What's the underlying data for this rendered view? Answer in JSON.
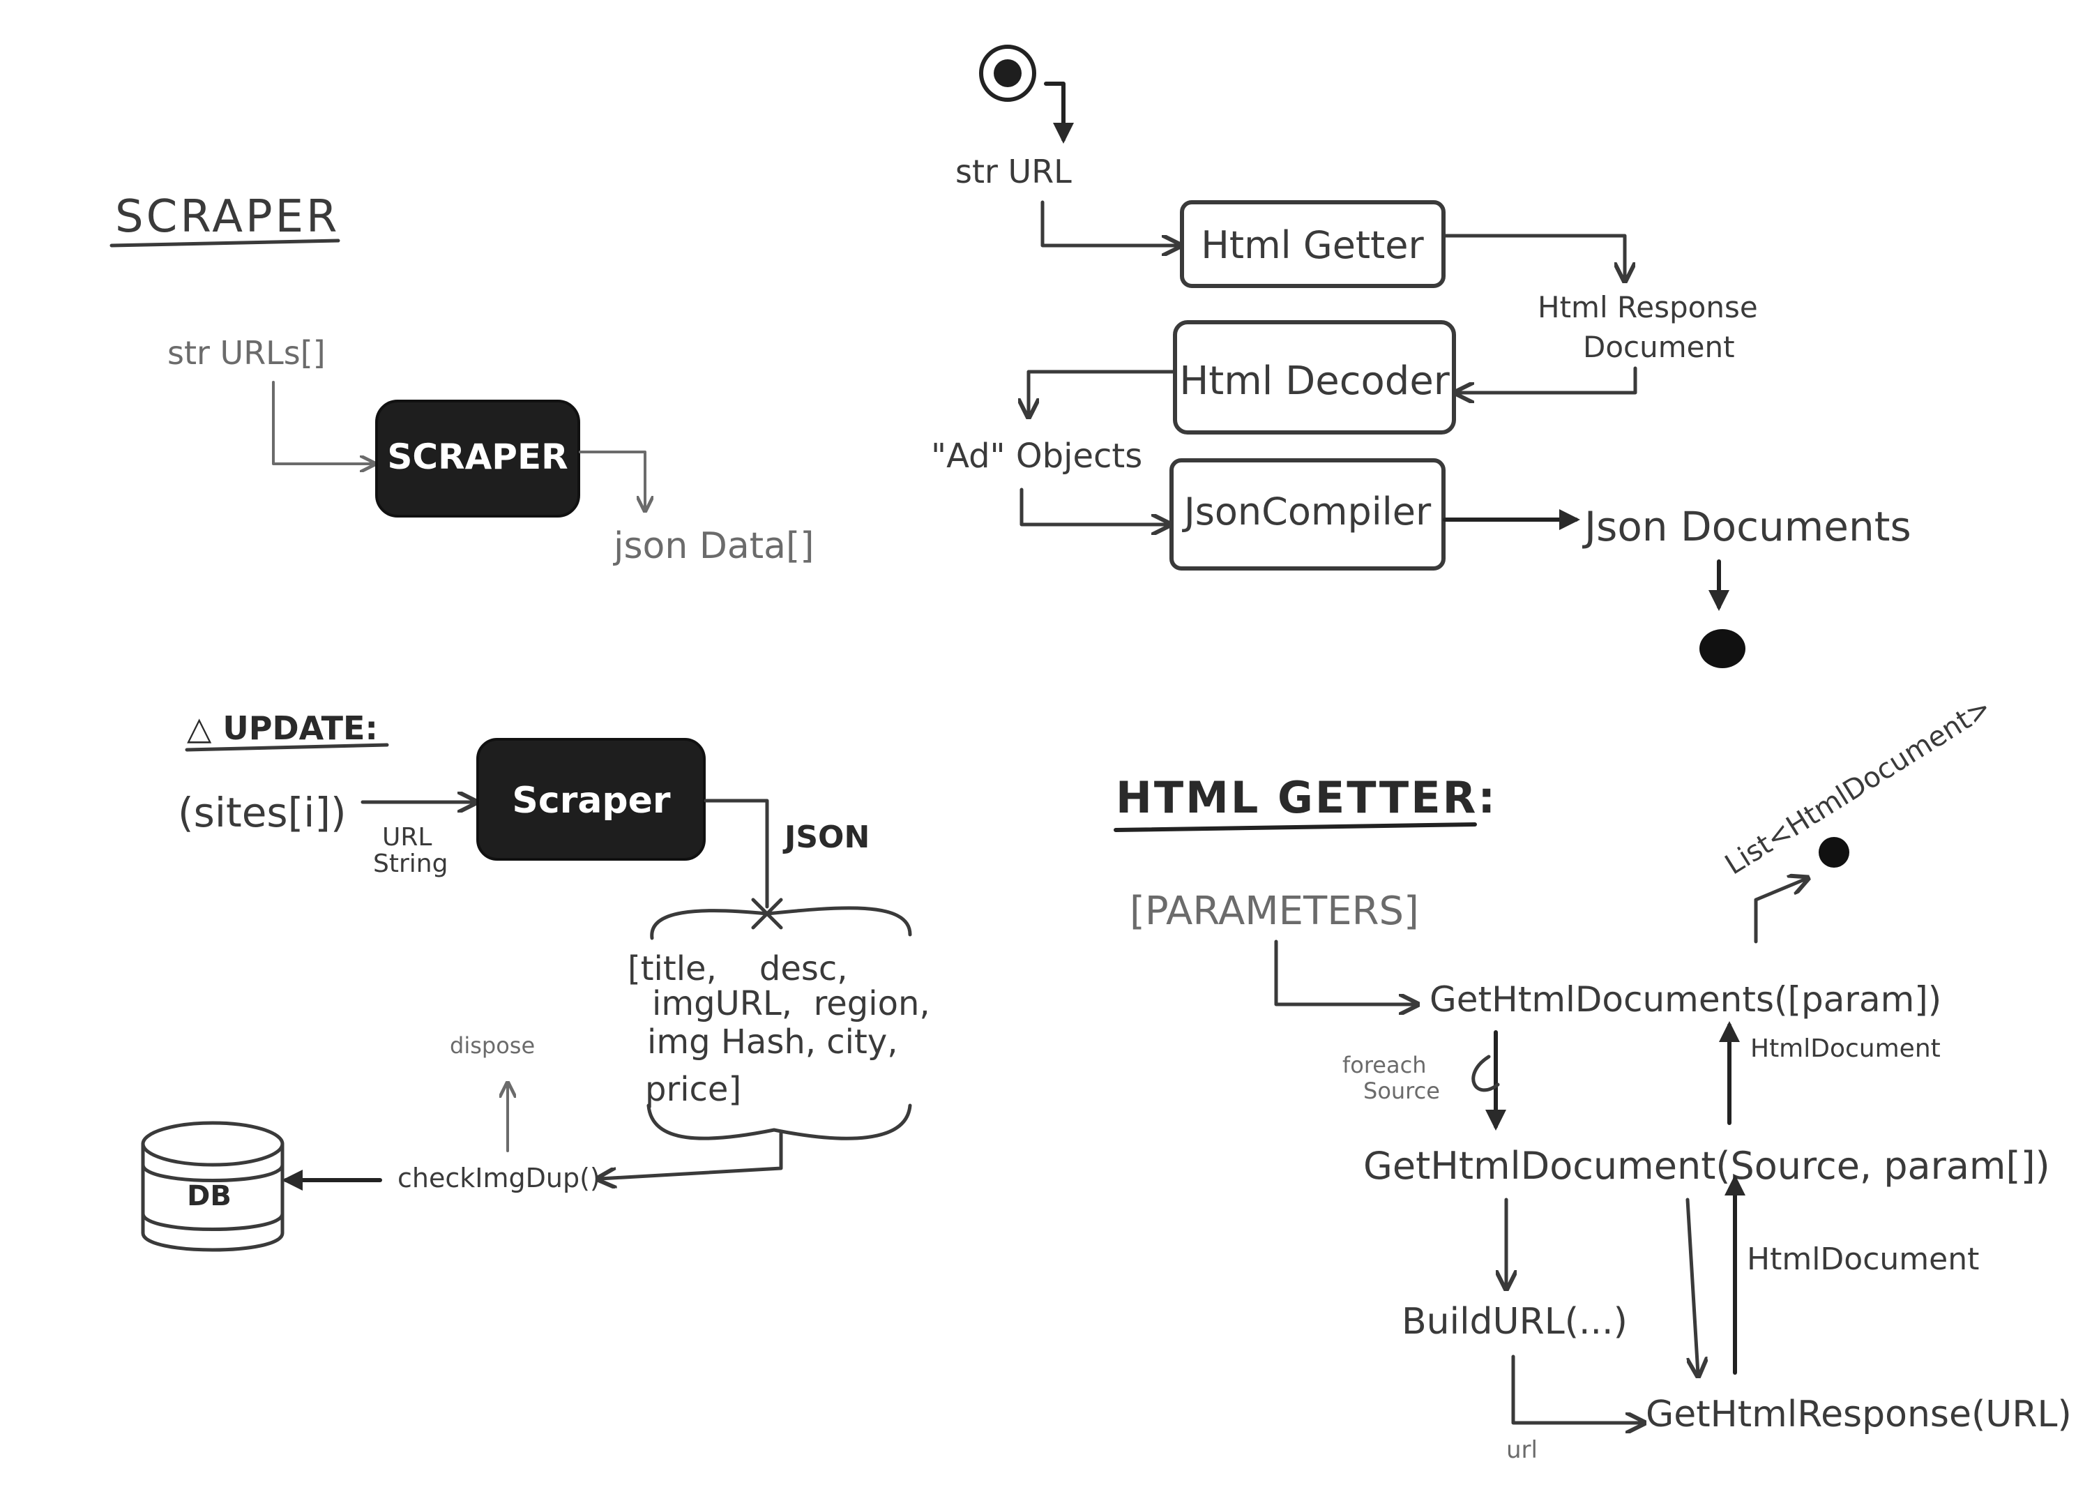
{
  "scraper_section": {
    "title": "SCRAPER",
    "input": "str URLs[]",
    "box": "SCRAPER",
    "output": "json Data[]"
  },
  "flow_section": {
    "input": "str URL",
    "html_getter": "Html Getter",
    "html_response_line1": "Html Response",
    "html_response_line2": "Document",
    "html_decoder": "Html Decoder",
    "ad_objects": "\"Ad\" Objects",
    "json_compiler": "JsonCompiler",
    "json_documents": "Json Documents"
  },
  "update_section": {
    "title": "△ UPDATE:",
    "sites": "(sites[i])",
    "url_string_line1": "URL",
    "url_string_line2": "String",
    "box": "Scraper",
    "json_label": "JSON",
    "fields_line1": "[title,    desc,",
    "fields_line2": "imgURL,  region,",
    "fields_line3": "img Hash, city,",
    "fields_line4": "price]",
    "dispose": "dispose",
    "check": "checkImgDup()",
    "db": "DB"
  },
  "html_getter_section": {
    "title": "HTML GETTER:",
    "parameters": "[PARAMETERS]",
    "get_docs": "GetHtmlDocuments([param])",
    "list_output": "List<HtmlDocument>",
    "foreach_line1": "foreach",
    "foreach_line2": "Source",
    "html_document_1": "HtmlDocument",
    "get_doc": "GetHtmlDocument(Source, param[])",
    "html_document_2": "HtmlDocument",
    "build_url": "BuildURL(...)",
    "get_response": "GetHtmlResponse(URL)",
    "url_label": "url"
  }
}
